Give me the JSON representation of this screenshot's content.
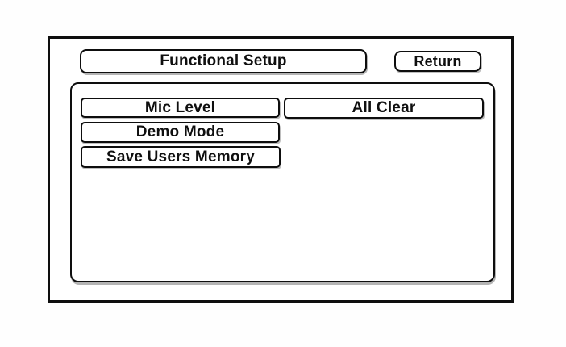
{
  "screen": {
    "title": "Functional Setup",
    "return_button": "Return",
    "menu_buttons": [
      {
        "label": "Mic Level"
      },
      {
        "label": "All Clear"
      },
      {
        "label": "Demo Mode"
      },
      {
        "label": "Save Users Memory"
      }
    ]
  },
  "colors": {
    "border": "#0e0e0e",
    "background": "#ffffff",
    "text": "#0f0f0f"
  }
}
